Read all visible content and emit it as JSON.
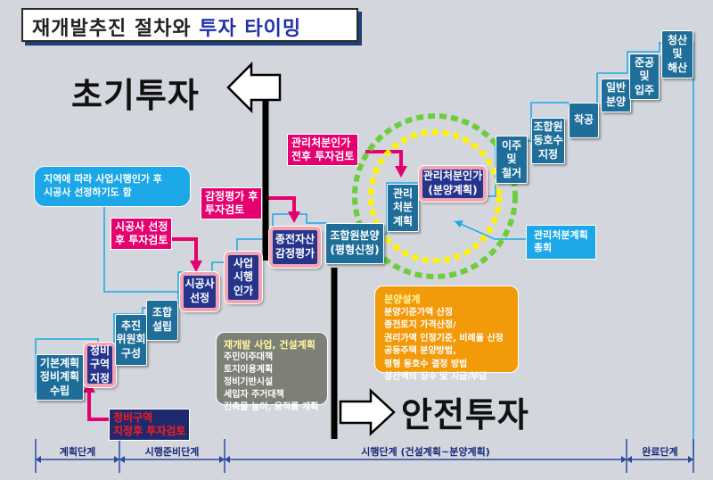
{
  "title": {
    "part1": "재개발추진  절차와 ",
    "part2": "투자 타이밍"
  },
  "headings": {
    "early": "초기투자",
    "safe": "안전투자"
  },
  "steps": {
    "plan": "기본계획\n정비계획\n수립",
    "zone": "정비\n구역\n지정",
    "committee": "추진\n위원회\n구성",
    "union": "조합\n설립",
    "contractor": "시공사\n선정",
    "approval": "사업\n시행\n인가",
    "appraisal": "종전자산\n감정평가",
    "sale": "조합원분양\n(평형신청)",
    "mgmt": "관리\n처분\n계획",
    "mgmt_approval": "관리처분인가\n(분양계획)",
    "move": "이주\n및\n철거",
    "designate": "조합원\n동호수\n지정",
    "start": "착공",
    "general_sale": "일반\n분양",
    "complete": "준공\n및\n입주",
    "liquidate": "청산\n및\n해산"
  },
  "labels": {
    "zone_review": "정비구역\n지정후 투자검토",
    "contractor_review": "시공사 선정\n후 투자검토",
    "appraisal_review": "감정평가 후\n투자검토",
    "mgmt_review": "관리처분인가\n전후 투자검토",
    "mgmt_meeting": "관리처분계획\n총회"
  },
  "notes": {
    "contractor": "지역에 따라 사업시행인가 후\n시공사 선정하기도 함",
    "plan_title": "재개발 사업, 건설계획",
    "plan_lines": [
      "주민이주대책",
      "토지이용계획",
      "정비기반시설",
      "세입자 주거대책",
      "건축물 높이, 용적률 계획"
    ],
    "sale_title": "분양설계",
    "sale_lines": [
      "분양기준가액 산정",
      "종전토지 가격산정/",
      "권리가액 인정기준, 비례율 산정",
      "공동주택 분양방법,",
      "평형 동호수 결정 방법",
      "청산액의 징수 및 지급/부담"
    ]
  },
  "phases": [
    "계획단계",
    "시행준비단계",
    "시행단계 (건설계획~분양계획)",
    "완료단계"
  ],
  "colors": {
    "background": "#d3d7dd",
    "step": "#1f6e9a",
    "highlight_step": "#26348c",
    "magenta": "#e4006e",
    "sky": "#1ba7e8",
    "orange": "#f39a0b",
    "gray_note": "#7d8076"
  }
}
